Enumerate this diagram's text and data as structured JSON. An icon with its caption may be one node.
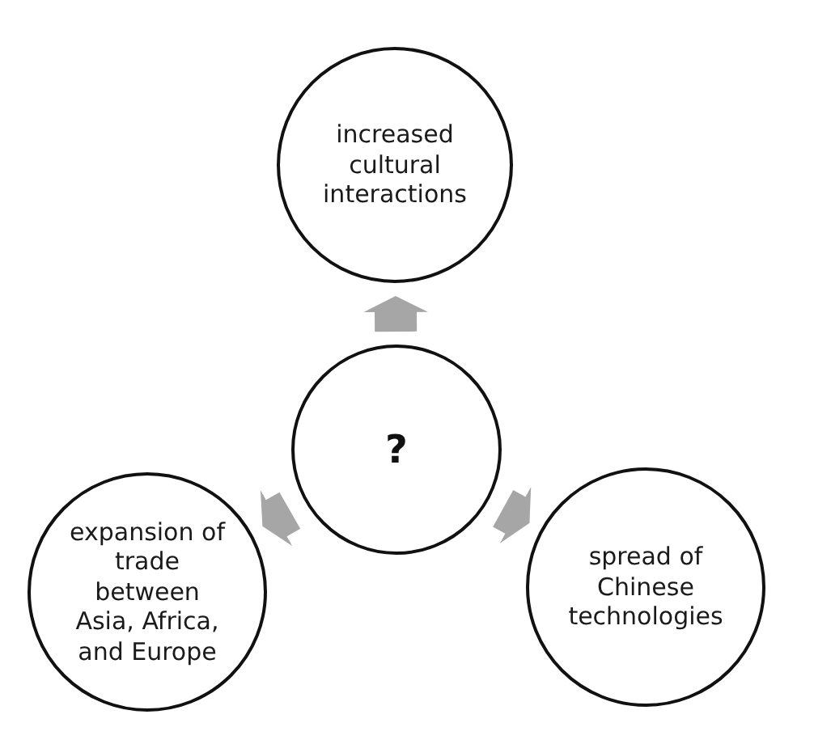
{
  "diagram": {
    "nodes": [
      {
        "text": [
          "increased cultural interactions"
        ]
      },
      {
        "text": [
          "?"
        ]
      },
      {
        "text": [
          "expansion of trade between Asia, Africa, and Europe"
        ]
      },
      {
        "text": [
          "spread of Chinese technologies"
        ]
      }
    ],
    "edges": [
      {
        "from": 1,
        "to": 0,
        "arrow": "to"
      },
      {
        "from": 1,
        "to": 2,
        "arrow": "to"
      },
      {
        "from": 1,
        "to": 3,
        "arrow": "to"
      }
    ]
  }
}
